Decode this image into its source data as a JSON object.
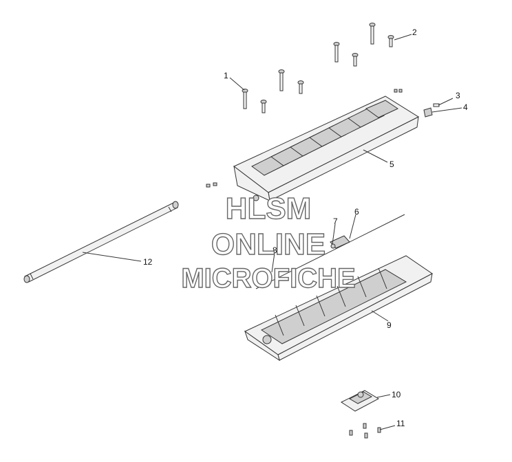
{
  "callouts": {
    "c1": "1",
    "c2": "2",
    "c3": "3",
    "c4": "4",
    "c5": "5",
    "c6": "6",
    "c7": "7",
    "c8": "8",
    "c9": "9",
    "c10": "10",
    "c11": "11",
    "c12": "12"
  },
  "watermark": {
    "line1": "HLSM",
    "line2": "ONLINE",
    "line3": "MICROFICHE"
  }
}
